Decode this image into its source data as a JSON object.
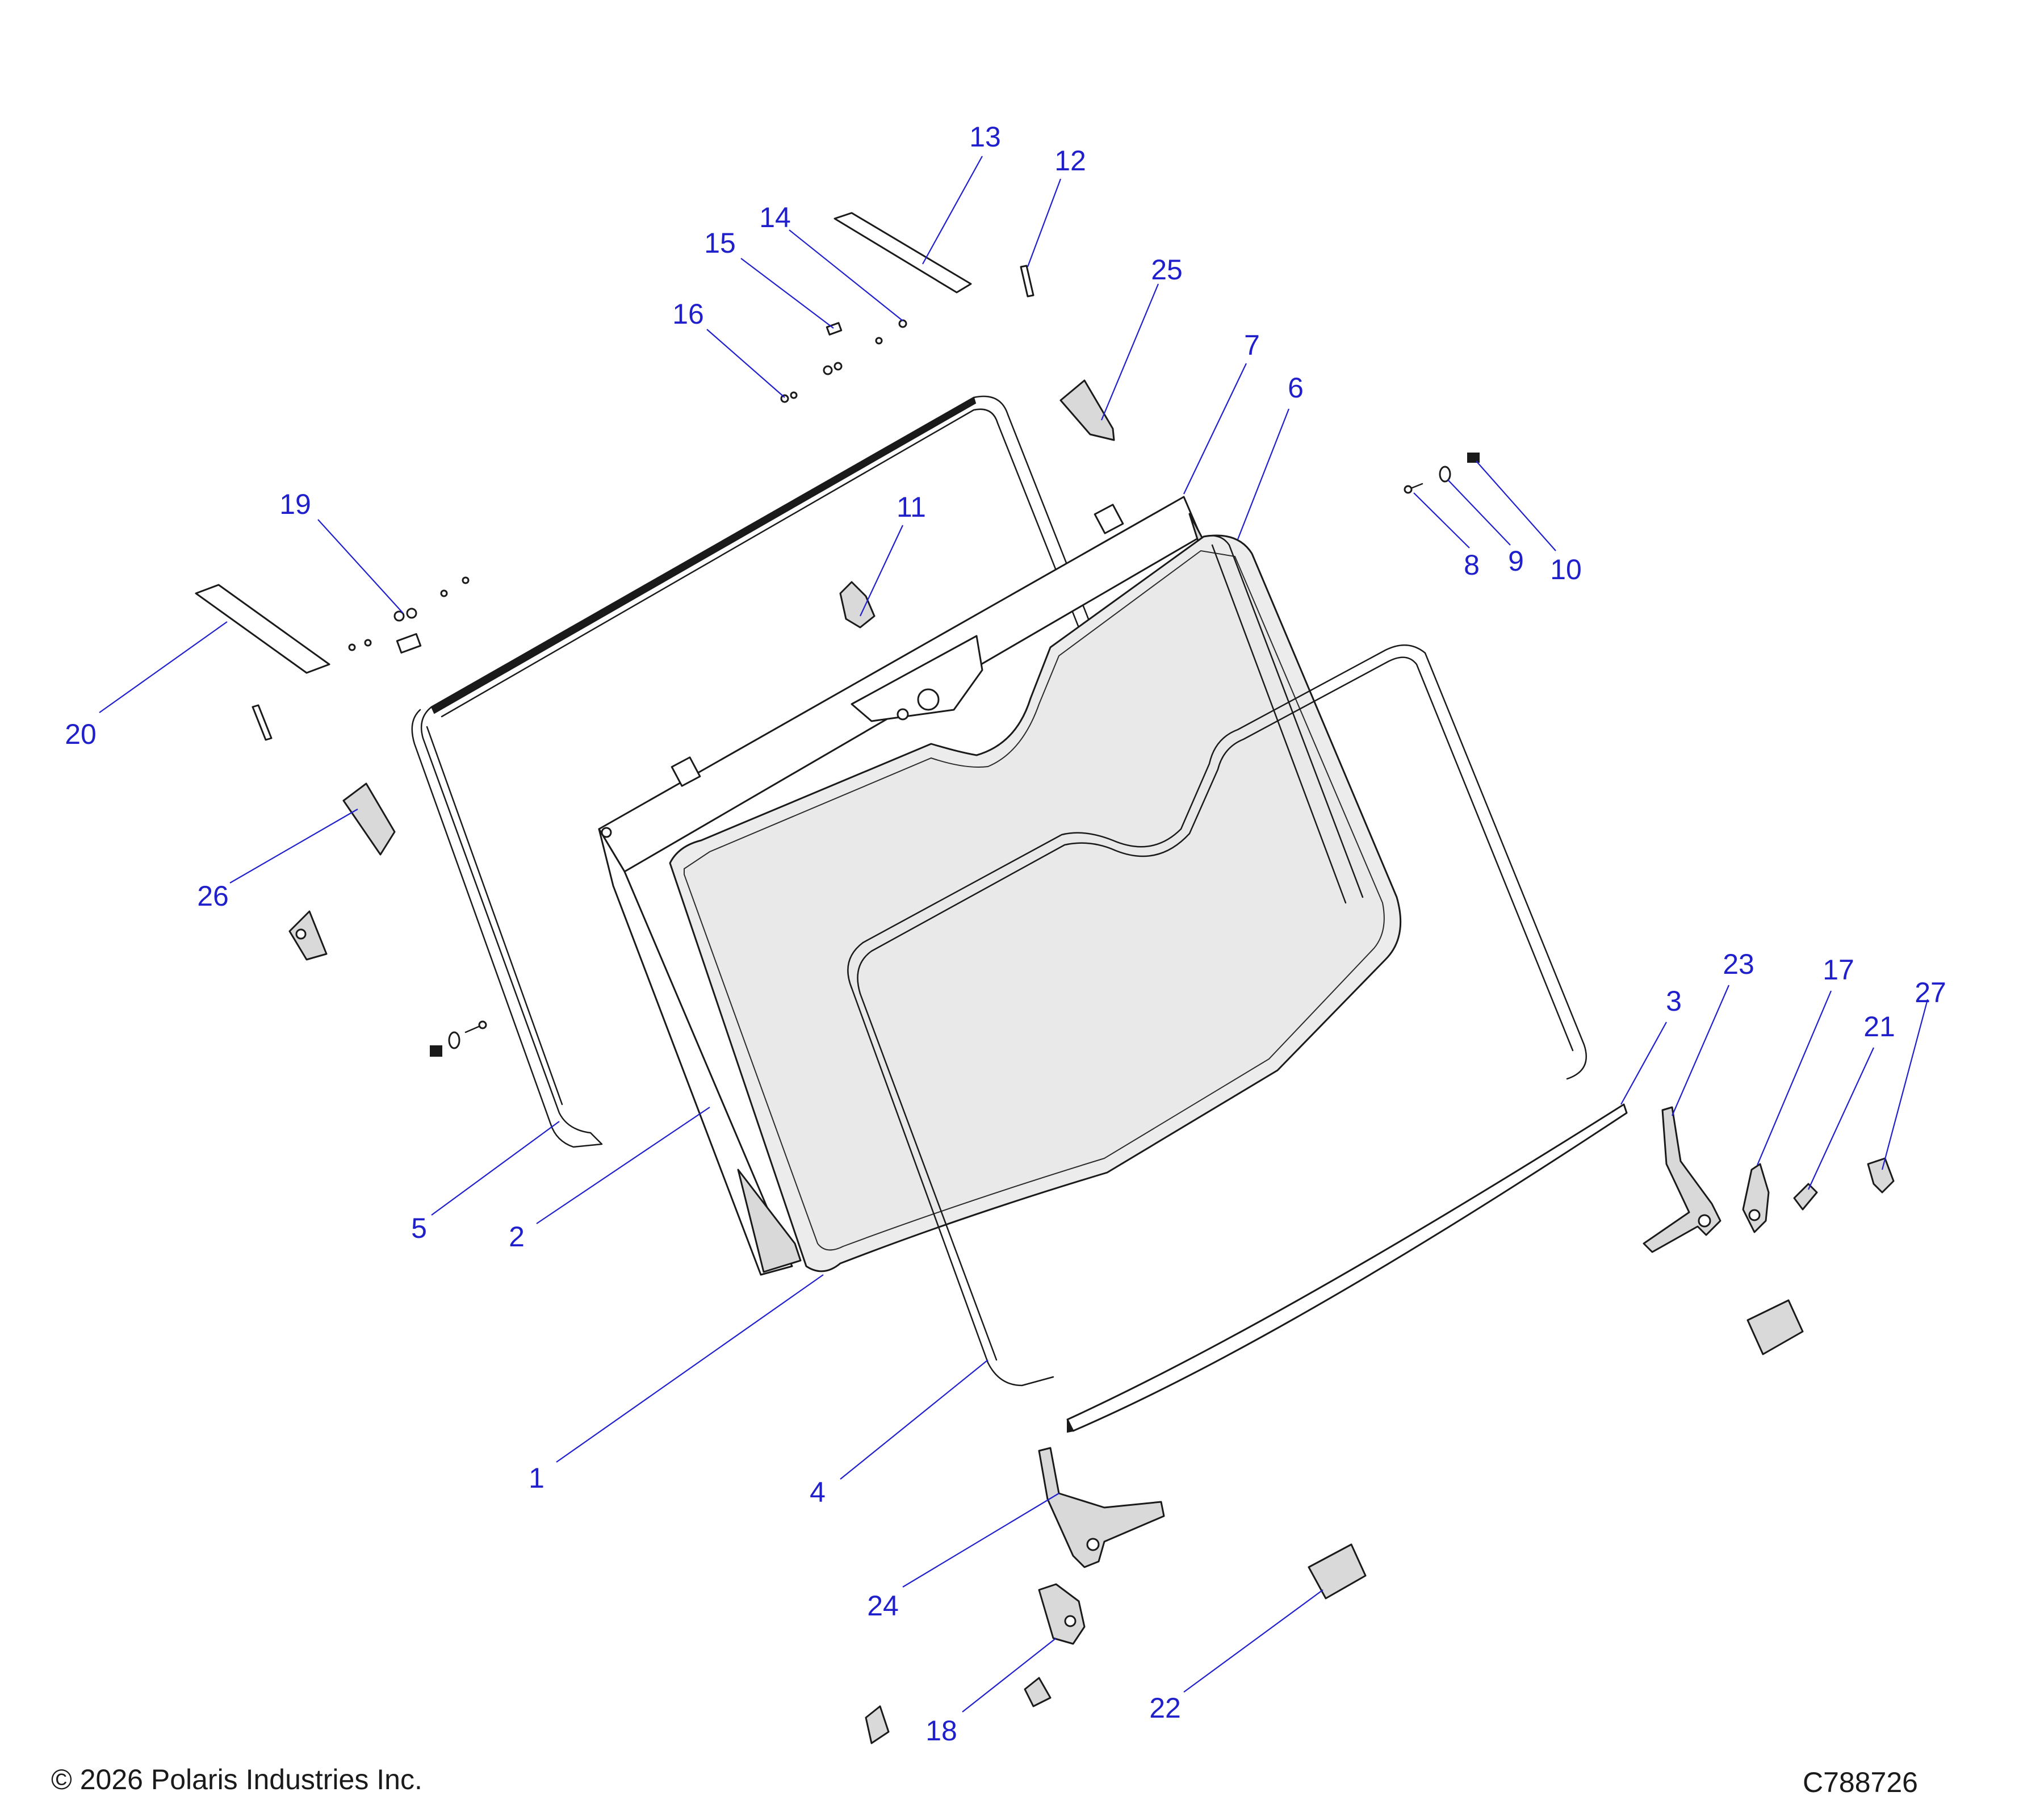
{
  "callouts": [
    {
      "label": "1"
    },
    {
      "label": "2"
    },
    {
      "label": "3"
    },
    {
      "label": "4"
    },
    {
      "label": "5"
    },
    {
      "label": "6"
    },
    {
      "label": "7"
    },
    {
      "label": "8"
    },
    {
      "label": "9"
    },
    {
      "label": "10"
    },
    {
      "label": "11"
    },
    {
      "label": "12"
    },
    {
      "label": "13"
    },
    {
      "label": "14"
    },
    {
      "label": "15"
    },
    {
      "label": "16"
    },
    {
      "label": "17"
    },
    {
      "label": "18"
    },
    {
      "label": "19"
    },
    {
      "label": "20"
    },
    {
      "label": "21"
    },
    {
      "label": "22"
    },
    {
      "label": "23"
    },
    {
      "label": "24"
    },
    {
      "label": "25"
    },
    {
      "label": "26"
    },
    {
      "label": "27"
    }
  ],
  "footer": {
    "copyright": "© 2026 Polaris Industries Inc.",
    "drawing_number": "C788726"
  },
  "colors": {
    "callout_blue": "#1f1fcc",
    "line_art": "#1a1a1a",
    "glass_fill": "#ececec"
  }
}
